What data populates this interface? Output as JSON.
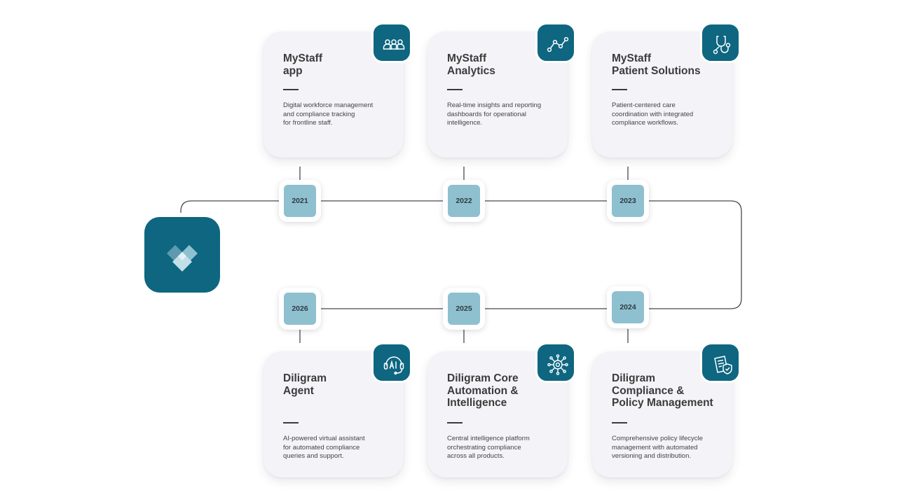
{
  "colors": {
    "accent": "#0e6680",
    "card_background": "#f4f4f8",
    "year_fill": "#8fc0cf",
    "connector": "#4a4a4a"
  },
  "logo": {
    "icon": "diligram-logo-icon"
  },
  "milestones": [
    {
      "year": "2021",
      "title": "MyStaff\napp",
      "description": "Digital workforce management\nand compliance tracking\nfor frontline staff.",
      "icon": "people-group-icon"
    },
    {
      "year": "2022",
      "title": "MyStaff\nAnalytics",
      "description": "Real-time insights and reporting\ndashboards for operational\n intelligence.",
      "icon": "analytics-line-icon"
    },
    {
      "year": "2023",
      "title": "MyStaff\nPatient Solutions",
      "description": "Patient-centered care\ncoordination with integrated\ncompliance workflows.",
      "icon": "stethoscope-icon"
    },
    {
      "year": "2024",
      "title": "Diligram\nCompliance &\nPolicy Management",
      "description": "Comprehensive policy lifecycle\nmanagement with automated\nversioning and distribution.",
      "icon": "policy-document-icon"
    },
    {
      "year": "2025",
      "title": "Diligram Core\nAutomation &\nIntelligence",
      "description": "Central intelligence platform\norchestrating compliance\nacross all products.",
      "icon": "chip-network-icon"
    },
    {
      "year": "2026",
      "title": "Diligram\nAgent",
      "description": "AI-powered virtual assistant\nfor automated compliance\nqueries and support.",
      "icon": "ai-headset-icon"
    }
  ]
}
